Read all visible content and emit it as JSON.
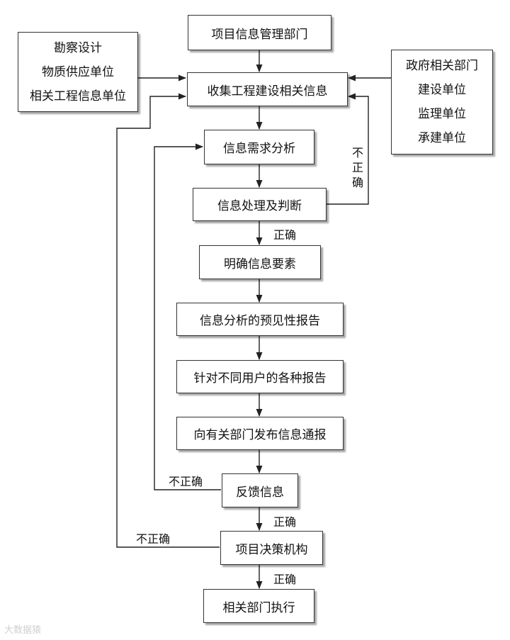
{
  "diagram": {
    "nodes": {
      "dept": "项目信息管理部门",
      "collect": "收集工程建设相关信息",
      "demand": "信息需求分析",
      "process": "信息处理及判断",
      "clarify": "明确信息要素",
      "forecast": "信息分析的预见性报告",
      "reports": "针对不同用户的各种报告",
      "publish": "向有关部门发布信息通报",
      "feedback": "反馈信息",
      "decision": "项目决策机构",
      "execute": "相关部门执行"
    },
    "left_sources": [
      "勘察设计",
      "物质供应单位",
      "相关工程信息单位"
    ],
    "right_sources": [
      "政府相关部门",
      "建设单位",
      "监理单位",
      "承建单位"
    ],
    "edge_labels": {
      "process_incorrect": "不正确",
      "process_correct": "正确",
      "feedback_incorrect": "不正确",
      "feedback_correct": "正确",
      "decision_incorrect": "不正确",
      "decision_correct": "正确"
    }
  },
  "watermark": "大数据猿"
}
